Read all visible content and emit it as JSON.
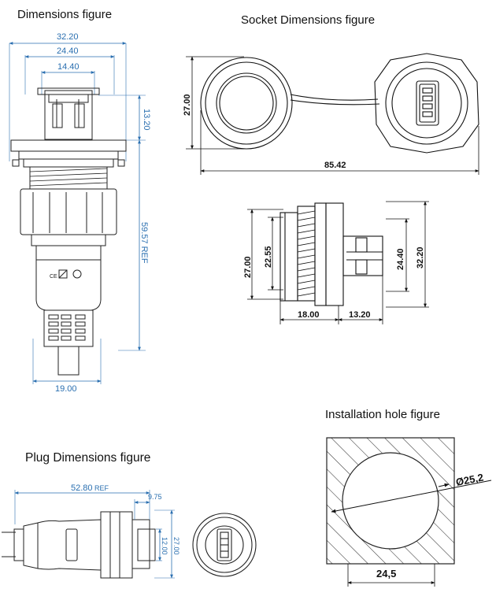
{
  "titles": {
    "dimensions": "Dimensions figure",
    "socket": "Socket Dimensions figure",
    "plug": "Plug Dimensions figure",
    "installation": "Installation hole figure"
  },
  "dimensions_figure": {
    "width_outer": "32.20",
    "width_mid": "24.40",
    "width_inner": "14.40",
    "height_top": "13.20",
    "height_ref": "59.57 REF",
    "width_bottom": "19.00",
    "mark_ce": "CE"
  },
  "socket_figure": {
    "front_height": "27.00",
    "total_length": "85.42",
    "side_outer": "27.00",
    "side_inner": "22.55",
    "right_inner": "24.40",
    "right_outer": "32.20",
    "bottom_left": "18.00",
    "bottom_right": "13.20"
  },
  "plug_figure": {
    "length_ref": "52.80",
    "length_ref_suffix": "REF",
    "front_length": "9.75",
    "height_outer": "27.00",
    "height_inner": "12.00"
  },
  "installation_figure": {
    "diameter": "Ø25,2",
    "width": "24,5"
  },
  "colors": {
    "dimension_blue": "#2a6fb0",
    "line": "#111111"
  }
}
